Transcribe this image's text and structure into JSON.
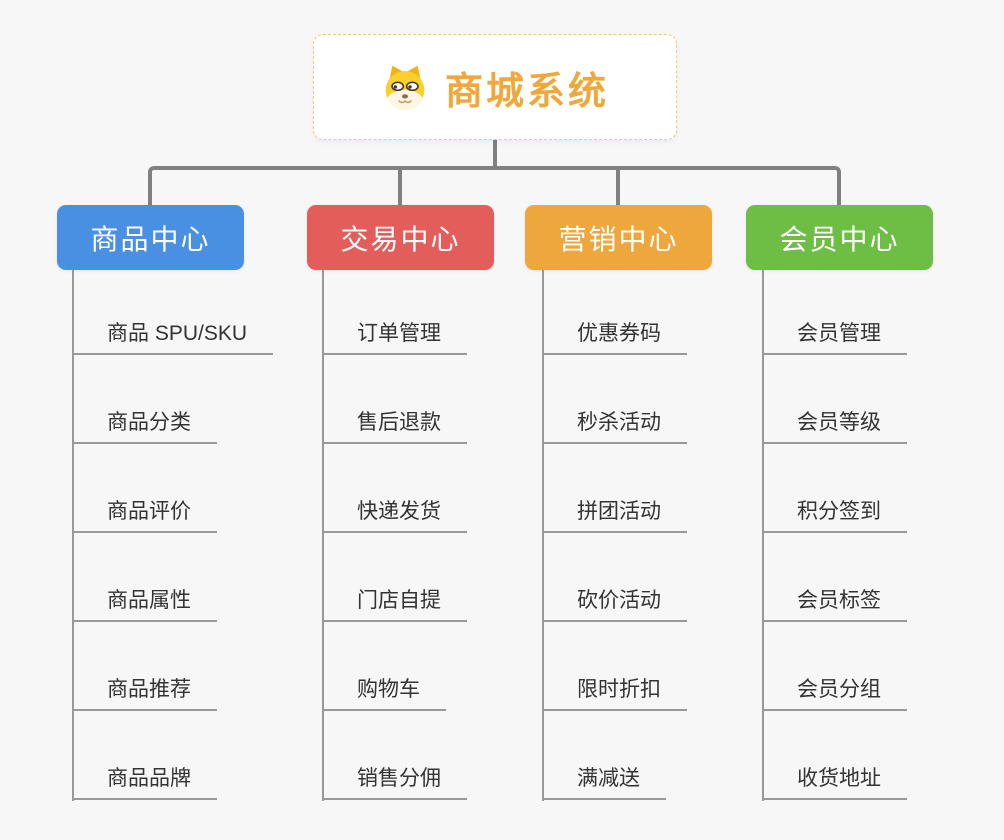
{
  "root": {
    "title": "商城系统",
    "icon": "dog-face-icon"
  },
  "branches": [
    {
      "label": "商品中心",
      "color": "#4A90E2",
      "items": [
        "商品 SPU/SKU",
        "商品分类",
        "商品评价",
        "商品属性",
        "商品推荐",
        "商品品牌"
      ]
    },
    {
      "label": "交易中心",
      "color": "#E35D5B",
      "items": [
        "订单管理",
        "售后退款",
        "快递发货",
        "门店自提",
        "购物车",
        "销售分佣"
      ]
    },
    {
      "label": "营销中心",
      "color": "#EDA73D",
      "items": [
        "优惠券码",
        "秒杀活动",
        "拼团活动",
        "砍价活动",
        "限时折扣",
        "满减送"
      ]
    },
    {
      "label": "会员中心",
      "color": "#6EBE45",
      "items": [
        "会员管理",
        "会员等级",
        "积分签到",
        "会员标签",
        "会员分组",
        "收货地址"
      ]
    }
  ],
  "colors": {
    "root_accent": "#EFA83C",
    "root_border": "#F3C87E",
    "connector": "#808080",
    "underline": "#999999",
    "item_text": "#333333",
    "background": "#F7F7F7"
  }
}
